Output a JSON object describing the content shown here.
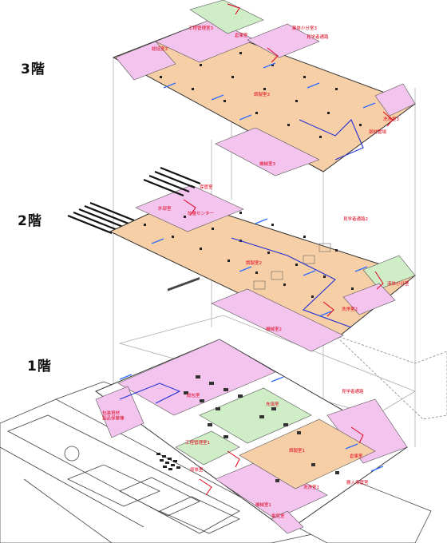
{
  "floors": {
    "f3": {
      "label": "3階"
    },
    "f2": {
      "label": "2階"
    },
    "f1": {
      "label": "1階"
    }
  },
  "rooms": {
    "f3_koujikanri": "工程管理室3",
    "f3_souko": "倉庫室",
    "f3_bunshou": "薬体小分室3",
    "f3_kengaku": "見学者通路",
    "f3_sougou": "総括室3",
    "f3_chouzai": "調製室3",
    "f3_senjou": "洗浄室3",
    "f3_buzai": "部材置場",
    "f3_kikai": "機械室3",
    "f2_souko": "保管室",
    "f2_gairai": "外部室",
    "f2_kaiki": "計量センター",
    "f2_kengaku": "見学者通路2",
    "f2_chouzai": "調製室2",
    "f2_ekitai": "液体小分室",
    "f2_senjou": "洗浄室2",
    "f2_kikai": "機械室2",
    "f1_sougou": "総包室",
    "f1_kouketsu": "充填室",
    "f1_kengaku": "見学者通路",
    "f1_genzairyou": "包装資材\n製品保管棟",
    "f1_koujikanri": "工程管理室1",
    "f1_chouzai": "調製室1",
    "f1_souko": "倉庫室",
    "f1_gentai": "原体室",
    "f1_hannyu": "搬入保管室",
    "f1_senjou": "洗浄室1",
    "f1_kikai": "機械室1",
    "f1_denki": "電気室"
  },
  "colors": {
    "process_orange": "#f6cfa6",
    "support_pink": "#f3c4ee",
    "clean_green": "#cfeec7",
    "outline": "#333333",
    "accent_red": "#e0001a",
    "flow_blue": "#1f2fd6",
    "arrow_blue": "#2e6bff"
  }
}
